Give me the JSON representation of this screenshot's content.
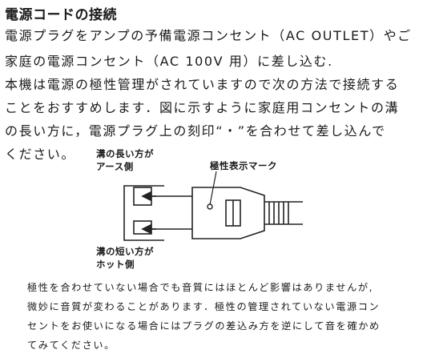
{
  "title": "電源コードの接続",
  "body_lines": [
    "電源プラグをアンプの予備電源コンセント（AC OUTLET）やご",
    "家庭の電源コンセント（AC 100V 用）に差し込む.",
    "本機は電源の極性管理がされていますので次の方法で接続する",
    "ことをおすすめします．図に示すように家庭用コンセントの溝",
    "の長い方に，電源プラグ上の刻印“・”を合わせて差し込んで",
    "ください。"
  ],
  "figure": {
    "label_long_slot": [
      "溝の長い方が",
      "アース側"
    ],
    "label_mark": "極性表示マーク",
    "label_short_slot": [
      "溝の短い方が",
      "ホット側"
    ]
  },
  "note_lines": [
    "極性を合わせていない場合でも音質にはほとんど影響はありませんが,",
    "微妙に音質が変わることがあります．極性の管理されていない電源コン",
    "セントをお使いになる場合にはプラグの差込み方を逆にして音を確かめ",
    "てみてください。"
  ]
}
